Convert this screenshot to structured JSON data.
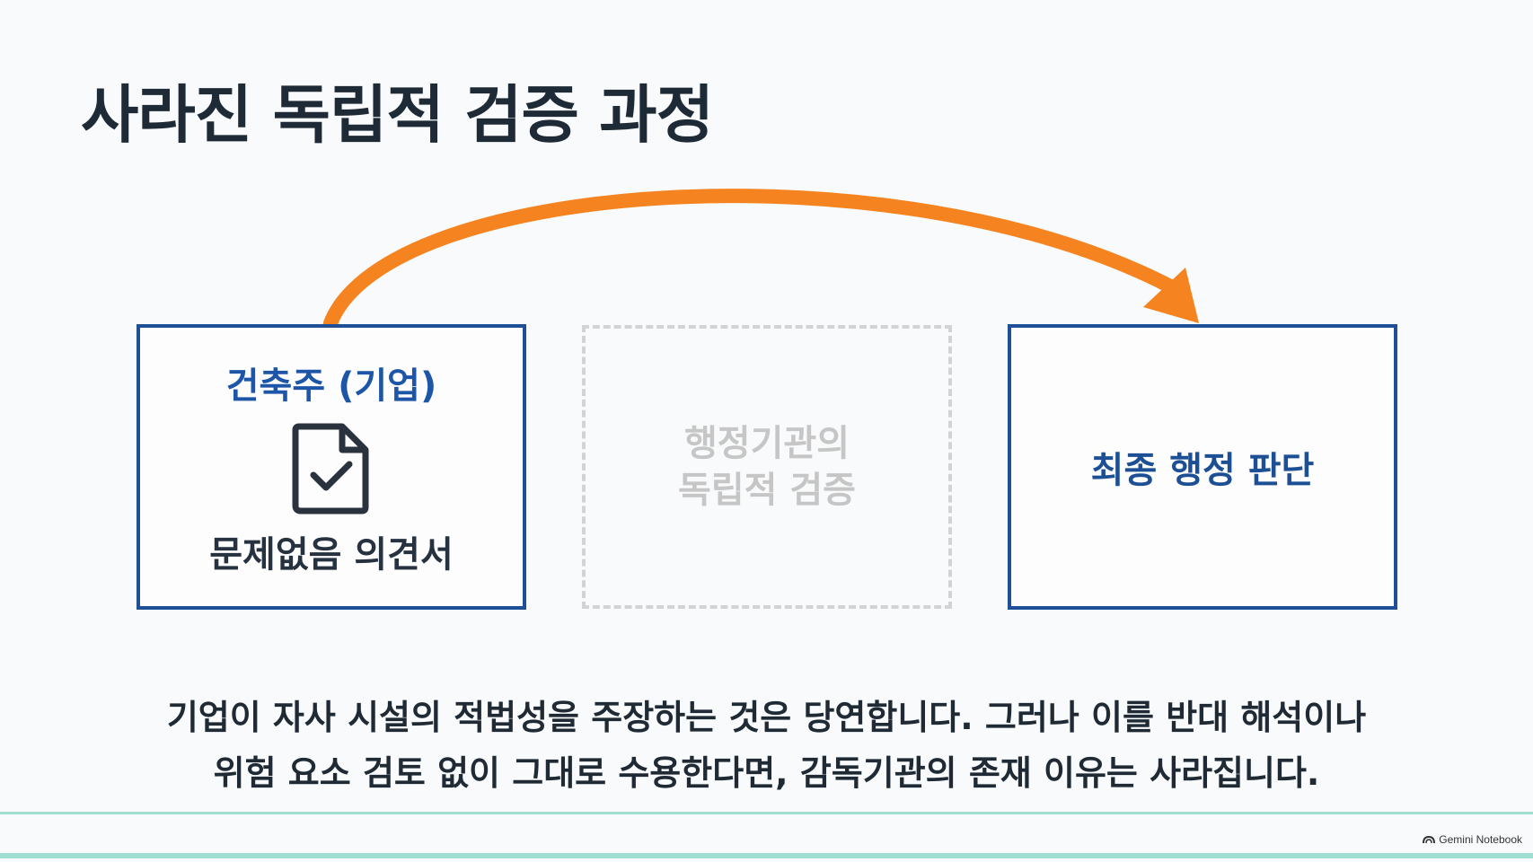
{
  "title": "사라진 독립적 검증 과정",
  "boxes": {
    "source": {
      "label": "건축주 (기업)",
      "document_label": "문제없음 의견서",
      "icon": "document-check-icon"
    },
    "missing": {
      "line1": "행정기관의",
      "line2": "독립적 검증"
    },
    "final": {
      "label": "최종 행정 판단"
    }
  },
  "summary": {
    "line1": "기업이 자사 시설의 적법성을 주장하는 것은 당연합니다. 그러나 이를 반대 해석이나",
    "line2": "위험 요소 검토 없이 그대로 수용한다면, 감독기관의 존재 이유는 사라집니다."
  },
  "watermark": "Gemini Notebook",
  "colors": {
    "arrow": "#f5831f",
    "box_border": "#1f4f96",
    "accent_text": "#1d55a7",
    "dashed_border": "#d3d3d3",
    "muted_text": "#c6c6c6",
    "bottom_rule": "#9fded0"
  }
}
